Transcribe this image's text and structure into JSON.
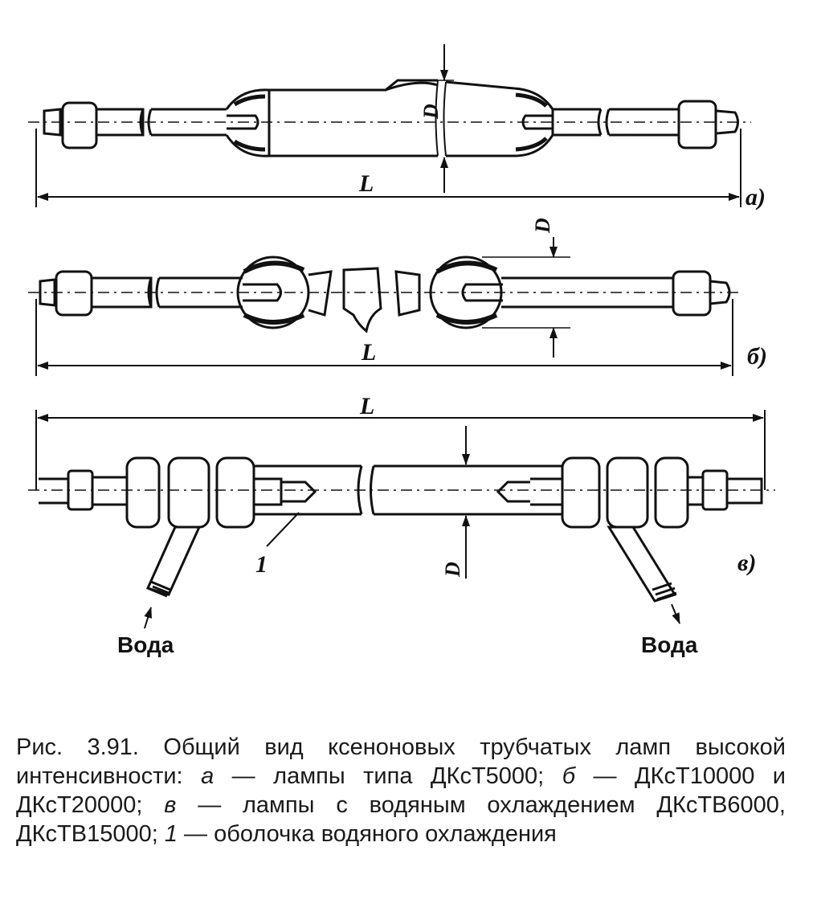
{
  "figure": {
    "panel_a": {
      "tag": "а)",
      "length_label": "L",
      "diameter_label": "D"
    },
    "panel_b": {
      "tag": "б)",
      "length_label": "L",
      "diameter_label": "D"
    },
    "panel_c": {
      "tag": "в)",
      "length_label": "L",
      "diameter_label": "D",
      "jacket_label": "1",
      "water_in": "Вода",
      "water_out": "Вода"
    }
  },
  "caption": {
    "prefix": "Рис. 3.91. Общий вид ксеноновых трубчатых ламп высокой интенсивности: ",
    "a_letter": "а",
    "a_text": " — лампы типа ДКсТ5000; ",
    "b_letter": "б",
    "b_text": " — ДКсТ10000 и ДКсТ20000; ",
    "c_letter": "в",
    "c_text": " — лампы с водяным охлаждением ДКсТВ6000, ДКсТВ15000; ",
    "one_letter": "1",
    "one_text": " — оболочка водяного охлаждения"
  },
  "colors": {
    "ink": "#111111",
    "paper": "#ffffff"
  }
}
